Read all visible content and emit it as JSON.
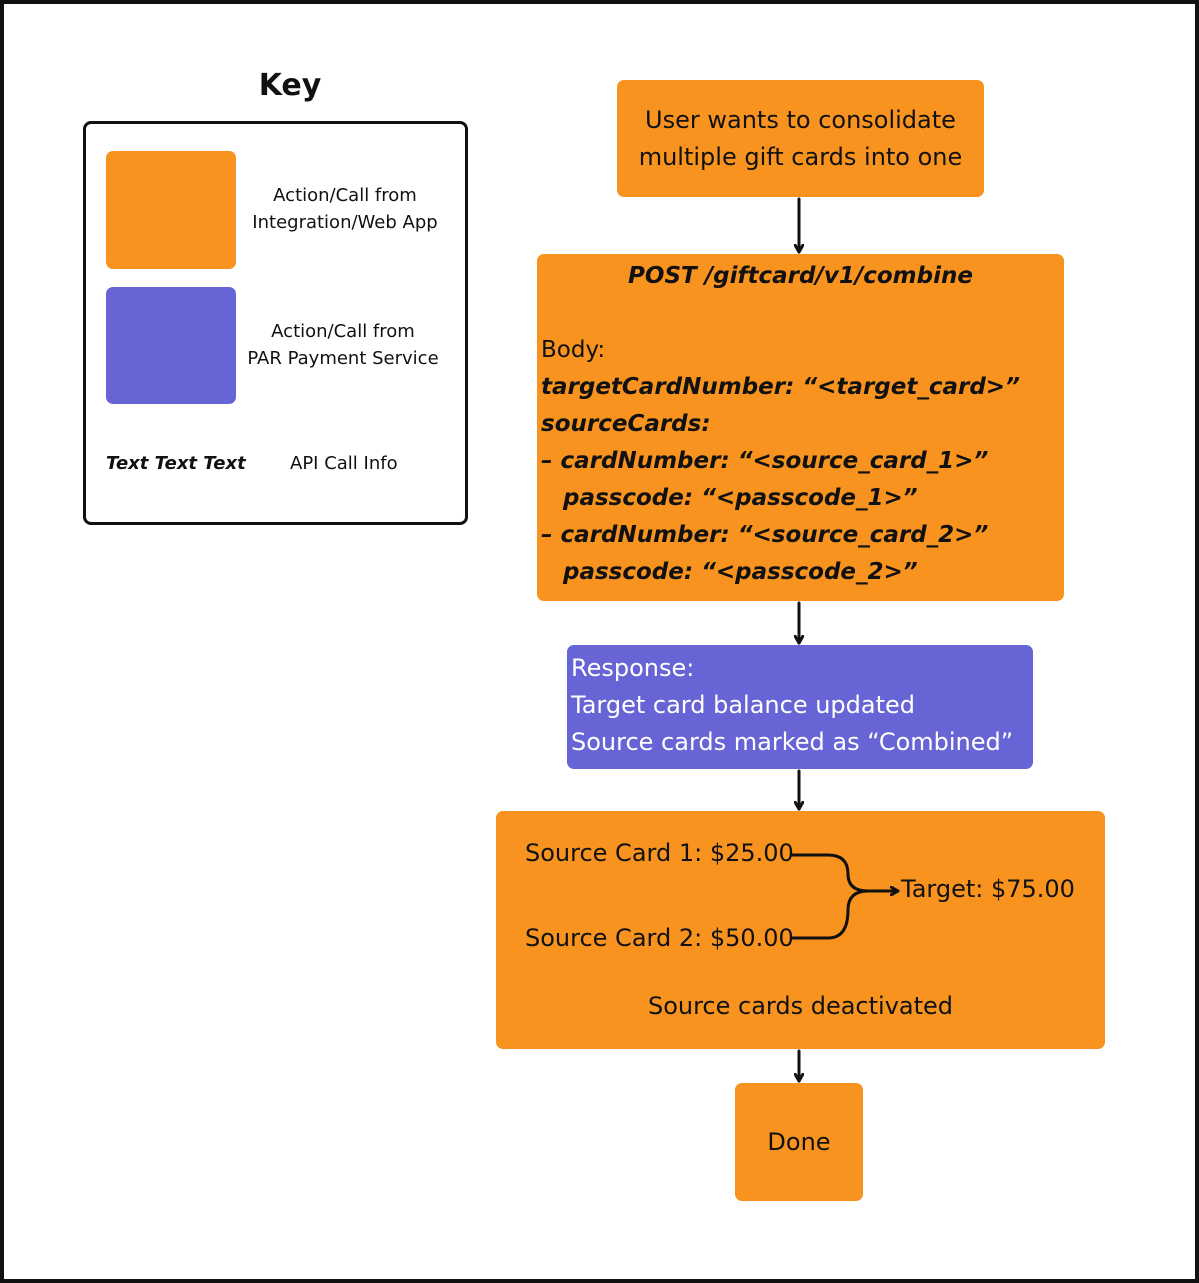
{
  "colors": {
    "action_web": "#f7931e",
    "action_par": "#6764d6",
    "line": "#111111"
  },
  "key": {
    "title": "Key",
    "orange_label_line1": "Action/Call from",
    "orange_label_line2": "Integration/Web App",
    "purple_label_line1": "Action/Call from",
    "purple_label_line2": "PAR Payment Service",
    "sample_text": "Text Text Text",
    "sample_label": "API Call Info"
  },
  "flow": {
    "start": {
      "line1": "User wants to consolidate",
      "line2": "multiple gift cards into one"
    },
    "request": {
      "endpoint": "POST /giftcard/v1/combine",
      "body_label": "Body:",
      "target_key": "targetCardNumber:",
      "target_value": "“<target_card>”",
      "source_key": "sourceCards:",
      "items": [
        {
          "card_key": "– cardNumber:",
          "card_value": "“<source_card_1>”",
          "pass_key": "passcode:",
          "pass_value": "“<passcode_1>”"
        },
        {
          "card_key": "– cardNumber:",
          "card_value": "“<source_card_2>”",
          "pass_key": "passcode:",
          "pass_value": "“<passcode_2>”"
        }
      ]
    },
    "response": {
      "title": "Response:",
      "line1": "Target card balance updated",
      "line2": "Source cards marked as “Combined”"
    },
    "combine": {
      "source1": "Source Card 1: $25.00",
      "source2": "Source Card 2: $50.00",
      "target": "Target: $75.00",
      "note": "Source cards deactivated"
    },
    "done": "Done"
  }
}
